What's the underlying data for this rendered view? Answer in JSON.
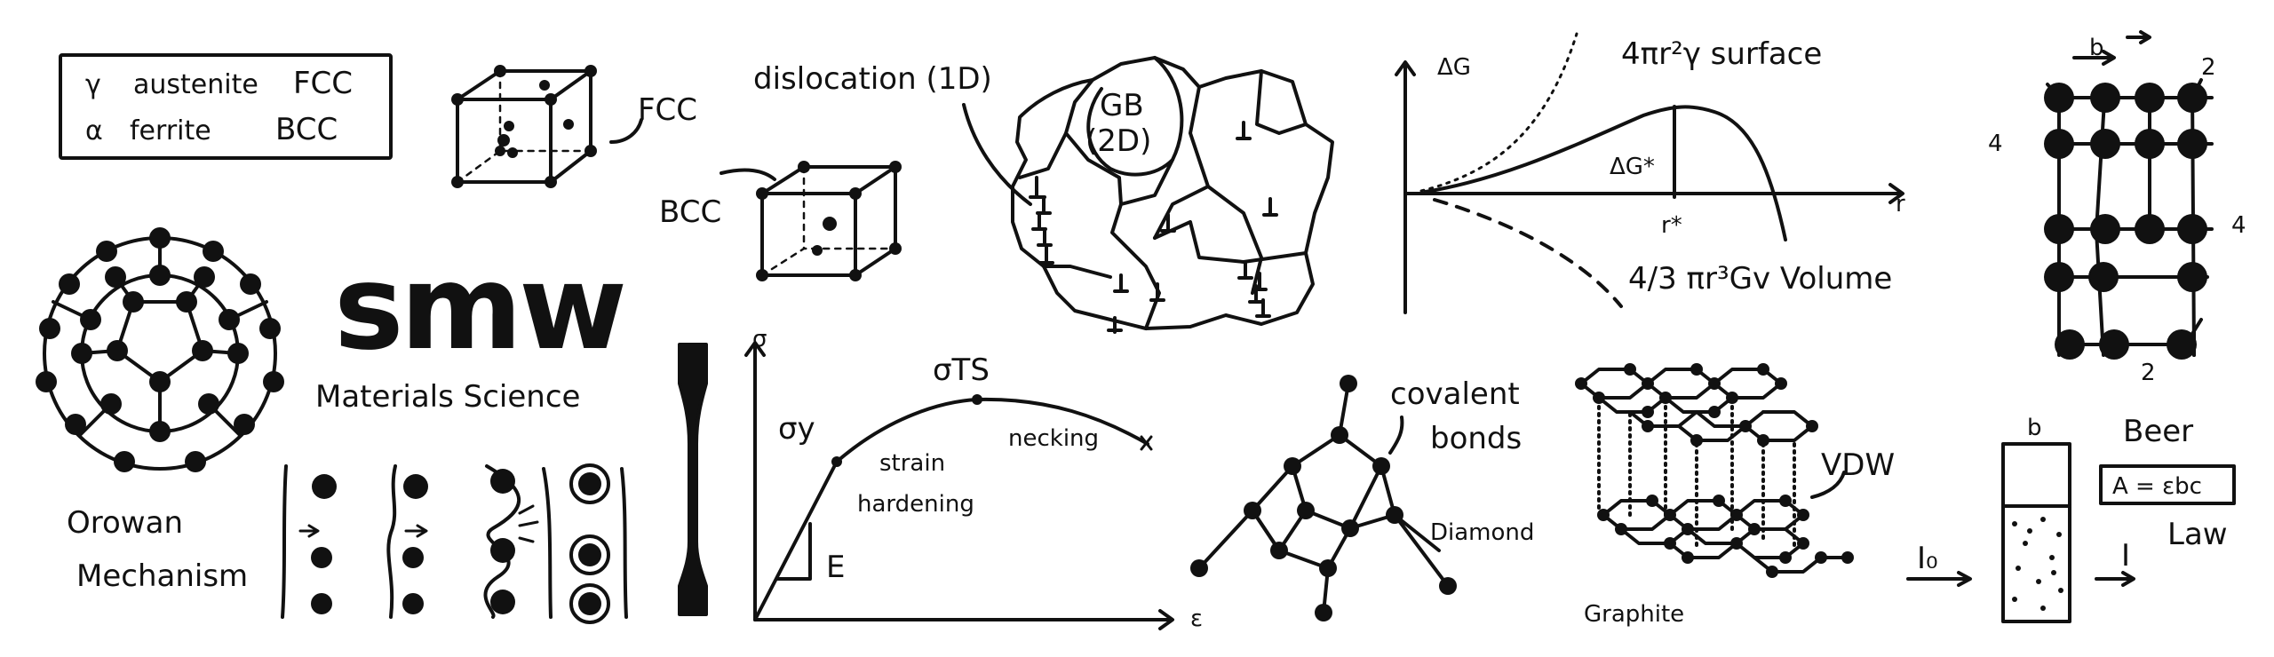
{
  "phase_box": {
    "row1": {
      "symbol": "γ",
      "name": "austenite",
      "structure": "FCC"
    },
    "row2": {
      "symbol": "α",
      "name": "ferrite",
      "structure": "BCC"
    }
  },
  "labels": {
    "fcc": "FCC",
    "bcc": "BCC",
    "dislocation": "dislocation (1D)",
    "gb_line1": "GB",
    "gb_line2": "(2D)",
    "logo": "smw",
    "subtitle": "Materials Science",
    "orowan_line1": "Orowan",
    "orowan_line2": "Mechanism",
    "covalent_line1": "covalent",
    "covalent_line2": "bonds",
    "diamond": "Diamond",
    "graphite": "Graphite",
    "vdw": "VDW"
  },
  "nucleation": {
    "y_axis": "ΔG",
    "x_axis": "r",
    "surface_term": "4πr²γ surface",
    "volume_term": "4/3 πr³Gv Volume",
    "barrier": "ΔG*",
    "critical_radius": "r*"
  },
  "stress_strain": {
    "y_axis": "σ",
    "x_axis": "ε",
    "yield": "σy",
    "uts": "σTS",
    "strain_hardening_1": "strain",
    "strain_hardening_2": "hardening",
    "necking": "necking",
    "modulus": "E"
  },
  "lattice": {
    "burgers": "b",
    "left_count": "4",
    "right_count": "4",
    "top_count": "2",
    "bottom_count": "2"
  },
  "beer_law": {
    "word1": "Beer",
    "word2": "Law",
    "equation": "A = εbc",
    "path_length": "b",
    "incident": "I₀",
    "transmitted": "I"
  }
}
